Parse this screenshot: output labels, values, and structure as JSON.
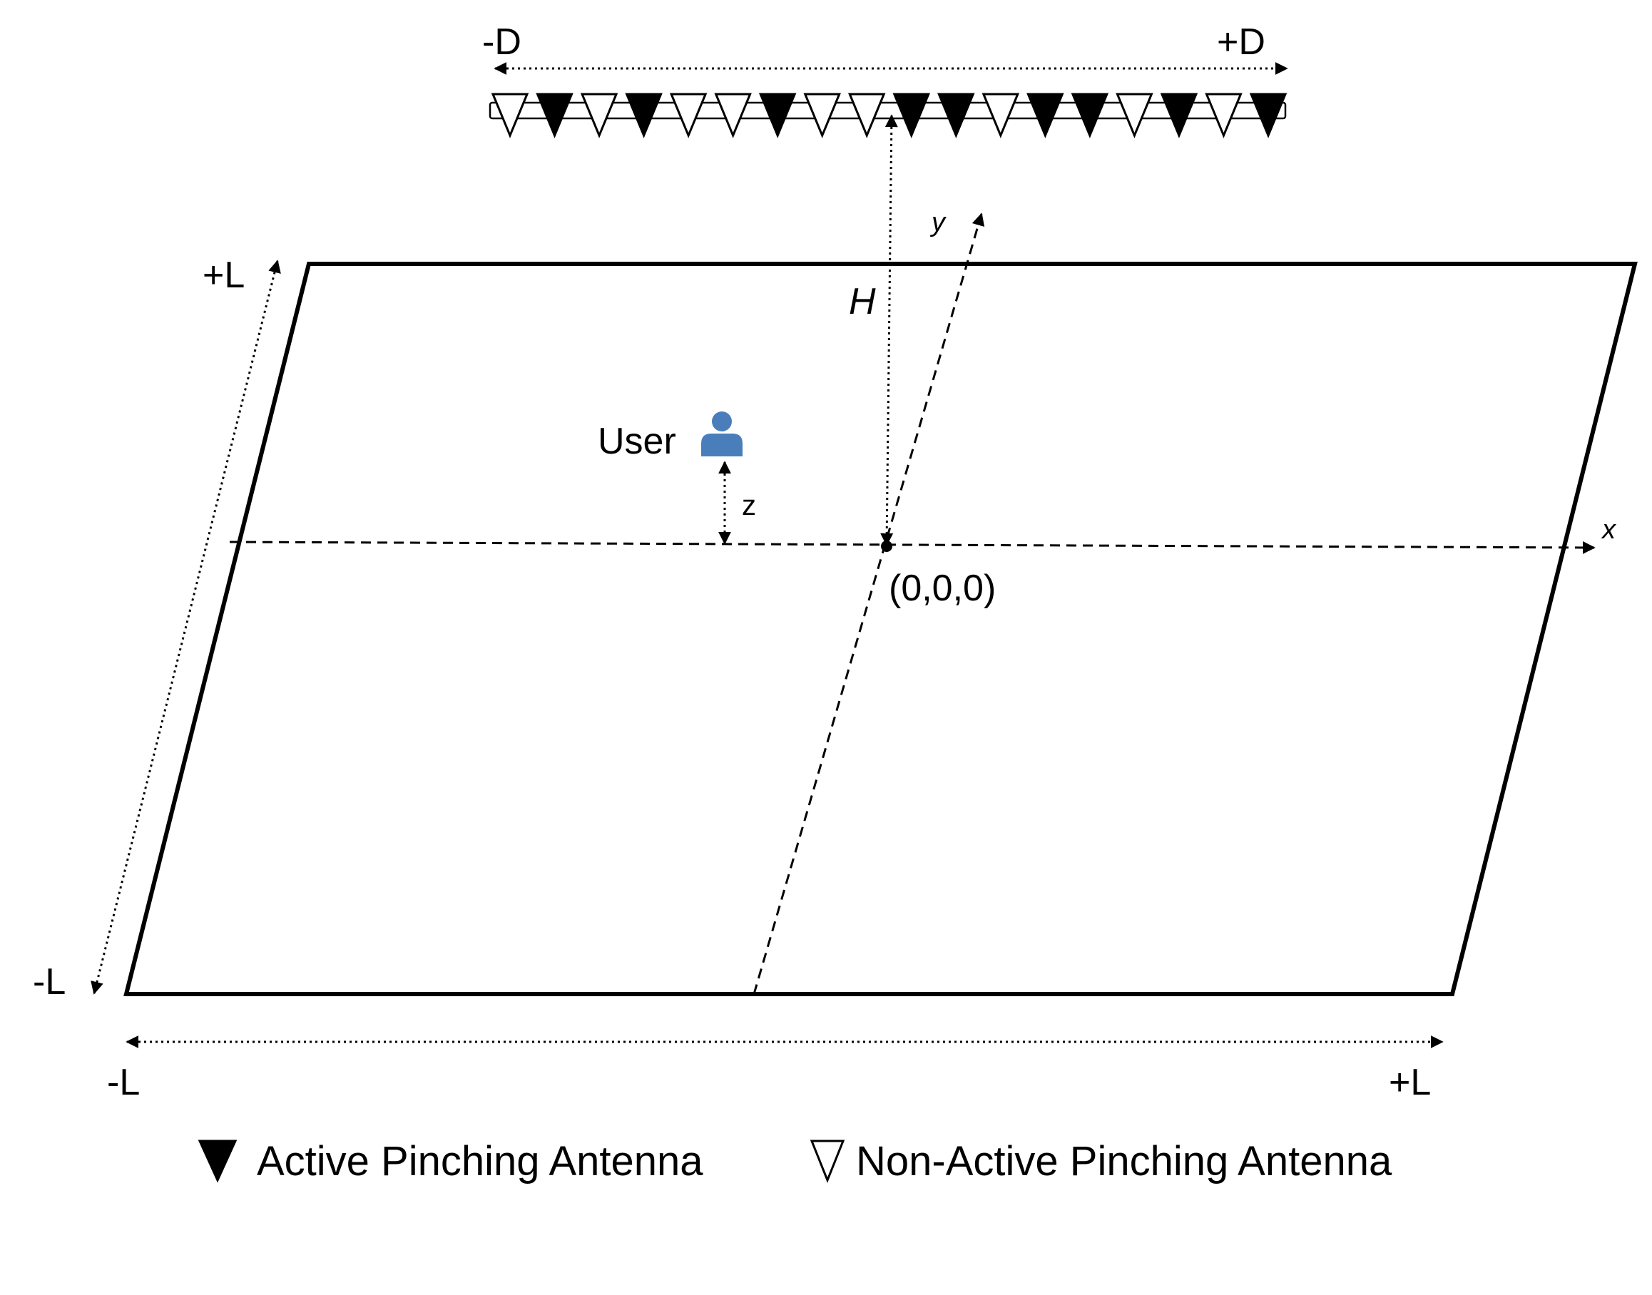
{
  "labels": {
    "waveguide_left": "-D",
    "waveguide_right": "+D",
    "height": "H",
    "user": "User",
    "z": "z",
    "origin": "(0,0,0)",
    "x_axis": "x",
    "y_axis": "y",
    "side_top": "+L",
    "side_bottom": "-L",
    "bottom_left": "-L",
    "bottom_right": "+L"
  },
  "legend": {
    "active": "Active Pinching Antenna",
    "inactive": "Non-Active Pinching Antenna"
  },
  "antennas": [
    {
      "active": false
    },
    {
      "active": true
    },
    {
      "active": false
    },
    {
      "active": true
    },
    {
      "active": false
    },
    {
      "active": false
    },
    {
      "active": true
    },
    {
      "active": false
    },
    {
      "active": false
    },
    {
      "active": true
    },
    {
      "active": true
    },
    {
      "active": false
    },
    {
      "active": true
    },
    {
      "active": true
    },
    {
      "active": false
    },
    {
      "active": true
    },
    {
      "active": false
    },
    {
      "active": true
    }
  ],
  "colors": {
    "user_icon": "#4a7ebb",
    "ink": "#000000"
  }
}
